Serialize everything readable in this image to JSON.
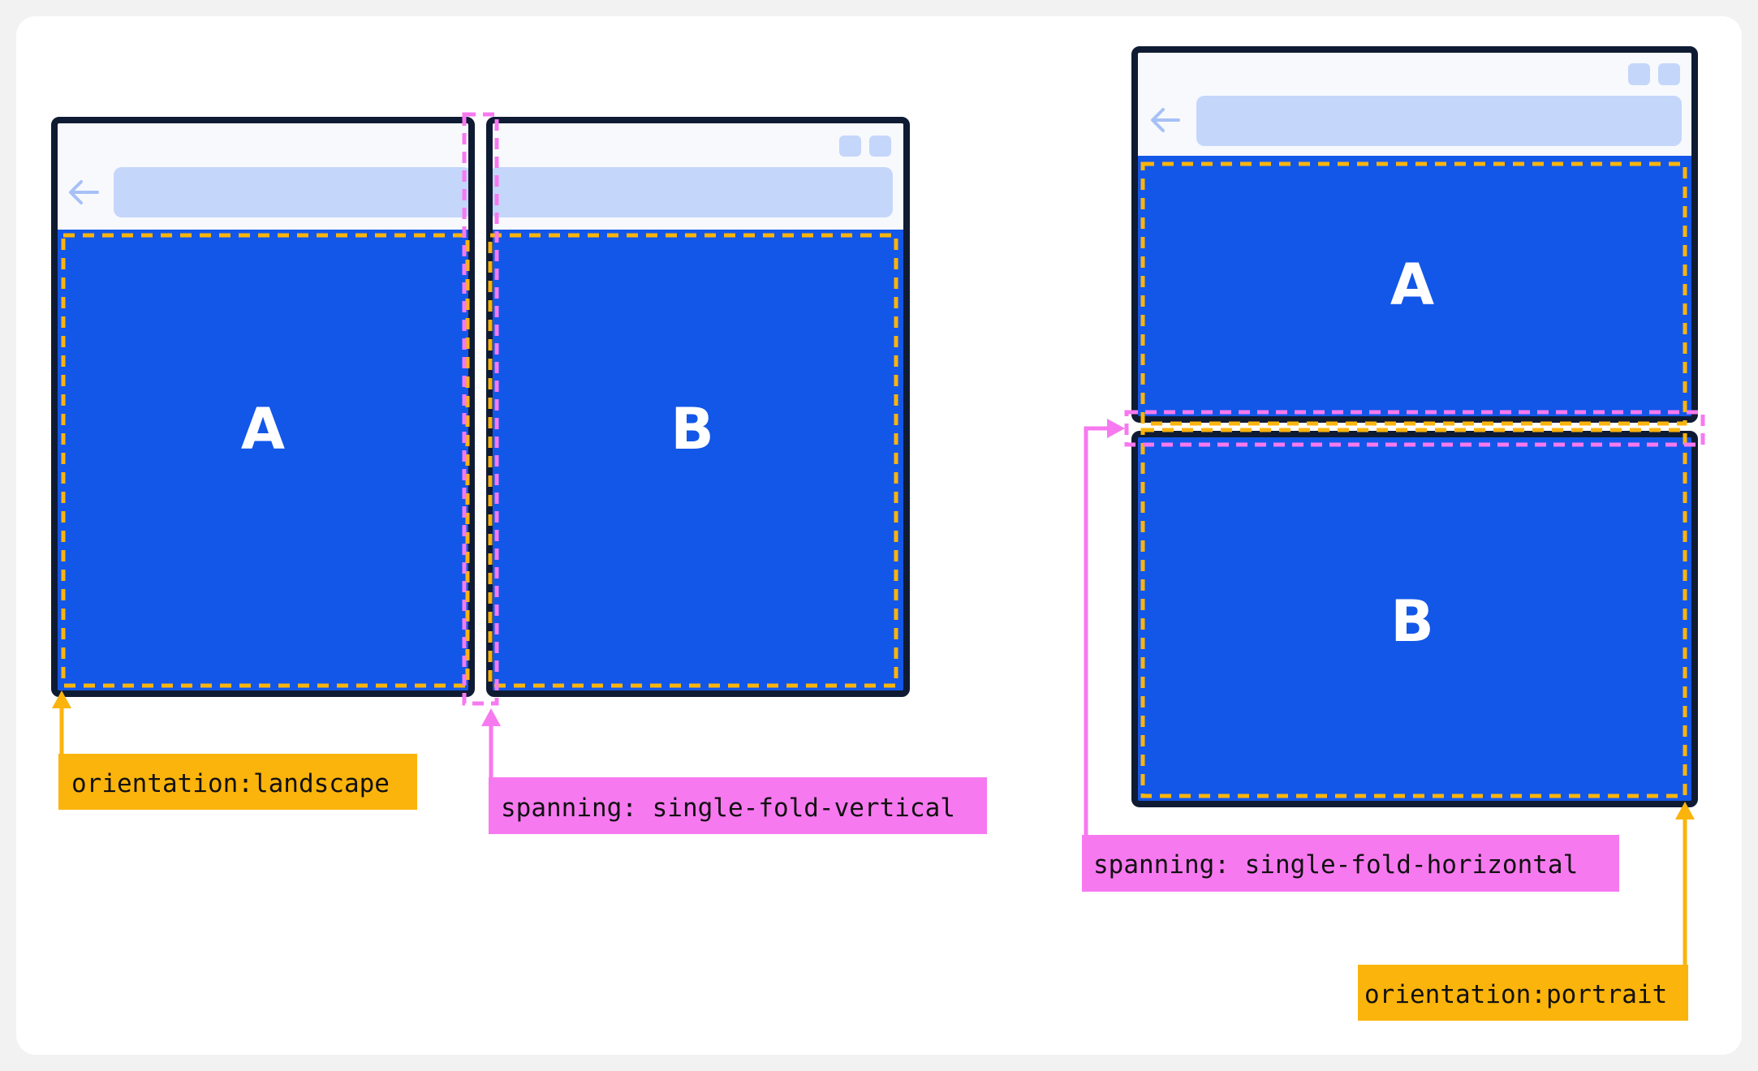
{
  "colors": {
    "card": "#ffffff",
    "frame": "#0f1b33",
    "chrome": "#f7f9fd",
    "urlbar": "#c5d6fb",
    "window_button": "#c5d6fb",
    "back_arrow": "#a7c1f6",
    "viewport": "#1357e8",
    "orientation_marker": "#fbb40c",
    "spanning_marker": "#f779f0"
  },
  "icons": {
    "back": "left-arrow-icon",
    "window_controls": "window-control-icon"
  },
  "landscape_device": {
    "panel_a_label": "A",
    "panel_b_label": "B",
    "orientation_tag": "orientation:landscape",
    "spanning_tag": "spanning: single-fold-vertical"
  },
  "portrait_device": {
    "panel_a_label": "A",
    "panel_b_label": "B",
    "spanning_tag": "spanning: single-fold-horizontal",
    "orientation_tag": "orientation:portrait"
  }
}
